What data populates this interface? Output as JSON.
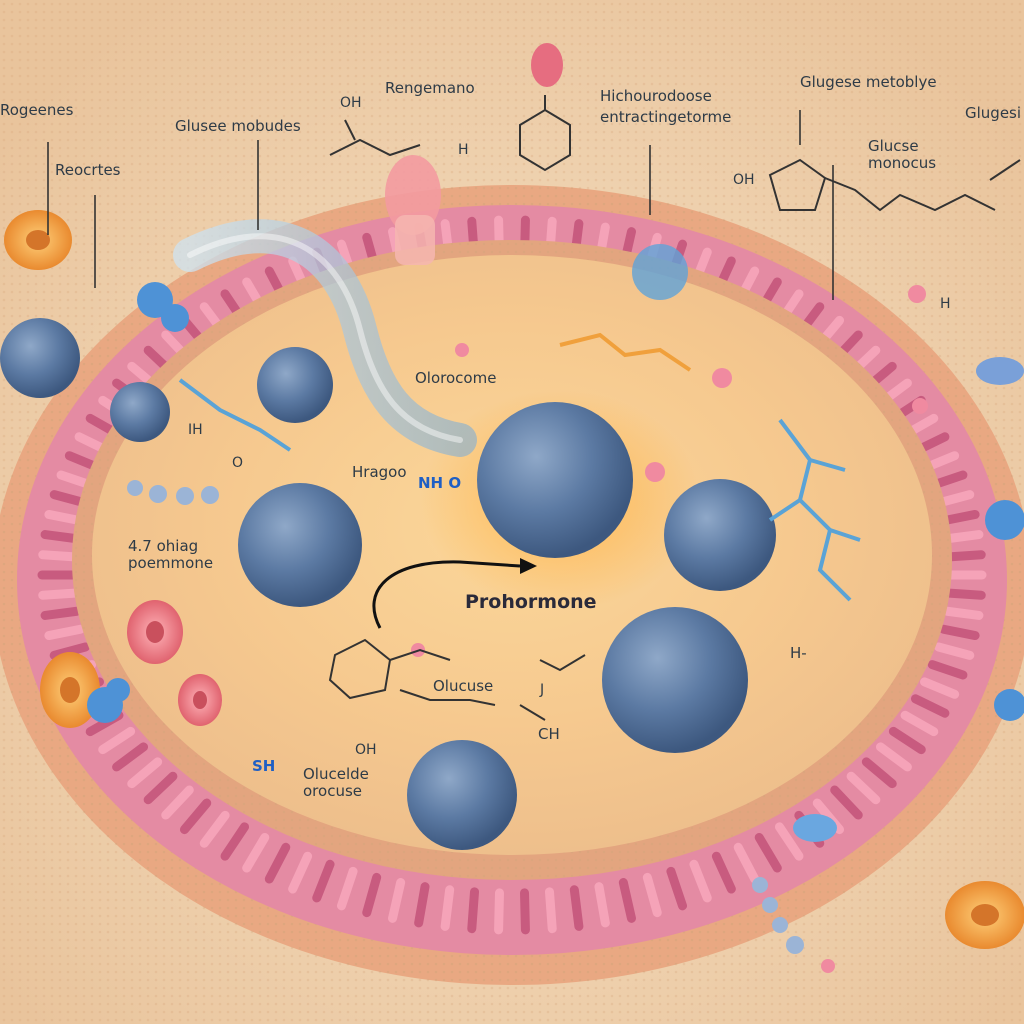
{
  "labels": {
    "rogeense": "Rogeenes",
    "recortes": "Reocrtes",
    "glusee_mobudes": "Glusee mobudes",
    "oh_top": "OH",
    "rengemano": "Rengemano",
    "h_top": "H",
    "hichourodoose_1": "Hichourodoose",
    "hichourodoose_2": "entractingetorme",
    "gluese_metoblye": "Glugese metoblye",
    "glugesi": "Glugesi",
    "glucse_monocus_1": "Glucse",
    "glucse_monocus_2": "monocus",
    "oh_right": "OH",
    "h_right_top": "H",
    "olorocome": "Olorocome",
    "ih_left": "IH",
    "o_left": "O",
    "hragoo": "Hragoo",
    "nh_o": "NH O",
    "ochag_1": "4.7 ohiag",
    "ochag_2": "poemmone",
    "prohormone": "Prohormone",
    "glucuse": "Olucuse",
    "ch": "CH",
    "h_minus": "H-",
    "glucelde_1": "Olucelde",
    "glucelde_2": "orocuse",
    "sh": "SH",
    "oh_bottom": "OH",
    "j_mark": "J"
  }
}
